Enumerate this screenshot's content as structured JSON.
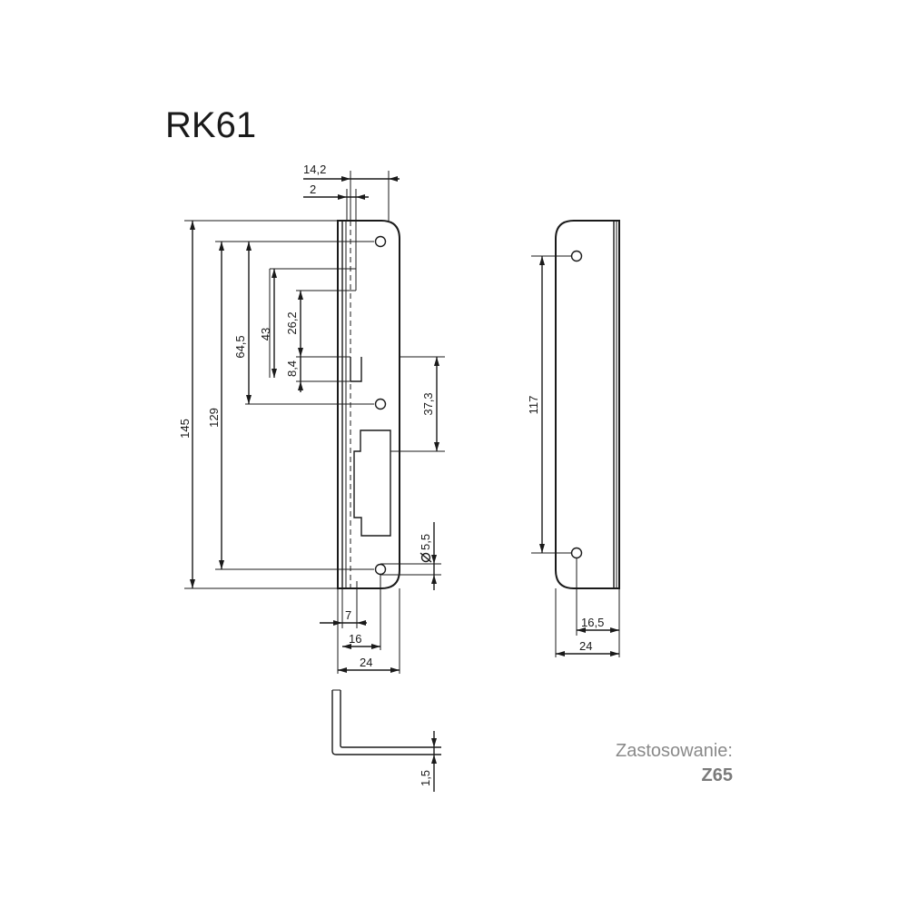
{
  "title": "RK61",
  "usage": {
    "label": "Zastosowanie:",
    "value": "Z65"
  },
  "dimensions": {
    "width_top": "14,2",
    "offset_top": "2",
    "total_height": "145",
    "hole_spacing": "129",
    "upper_offset": "64,5",
    "slot_top": "43",
    "slot_mid": "26,2",
    "slot_small": "8,4",
    "slot_height": "37,3",
    "hole_diameter": "5,5",
    "edge_offset": "7",
    "hole_from_edge": "16",
    "plate_width": "24",
    "side_hole_spacing": "117",
    "side_hole_offset": "16,5",
    "side_width": "24",
    "thickness": "1,5"
  }
}
